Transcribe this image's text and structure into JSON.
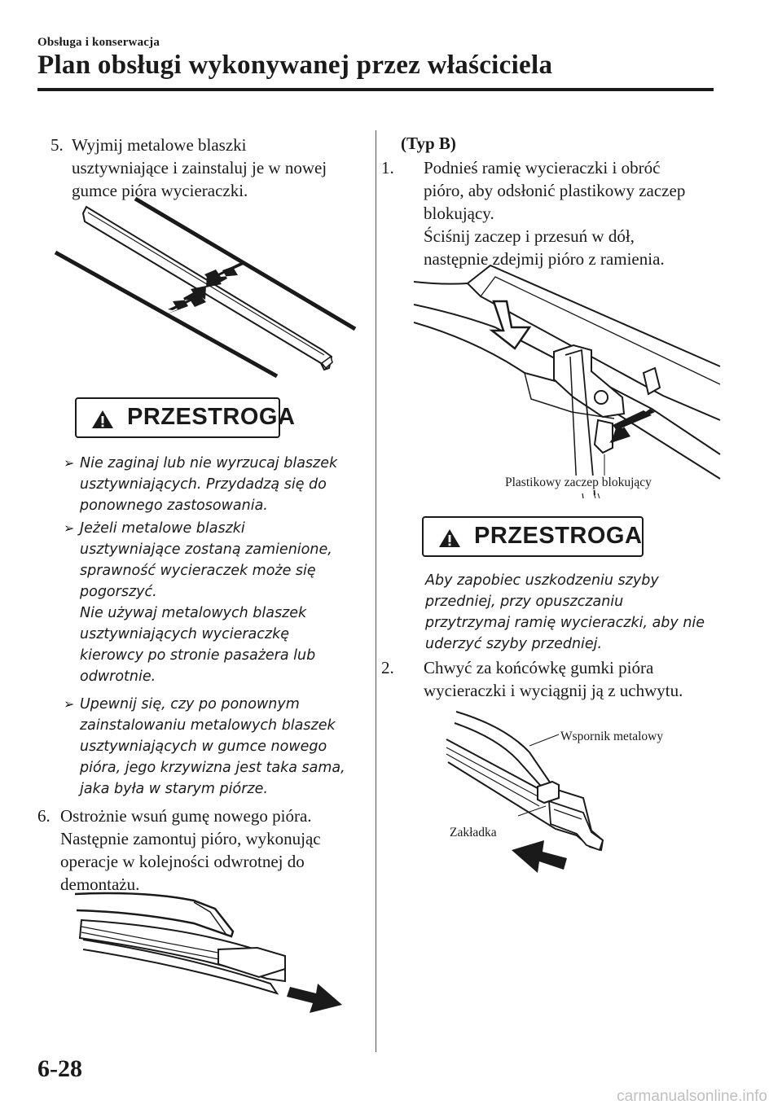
{
  "header": {
    "section": "Obsługa i konserwacja",
    "title": "Plan obsługi wykonywanej przez właściciela"
  },
  "left": {
    "step5_num": "5.",
    "step5_lines": [
      "Wyjmij metalowe blaszki",
      "usztywniające i zainstaluj je w nowej",
      "gumce pióra wycieraczki."
    ],
    "caution_label": "PRZESTROGA",
    "note1": [
      "Nie zaginaj lub nie wyrzucaj blaszek",
      "usztywniających. Przydadzą się do",
      "ponownego zastosowania."
    ],
    "note2": [
      "Jeżeli metalowe blaszki",
      "usztywniające zostaną zamienione,",
      "sprawność wycieraczek może się",
      "pogorszyć.",
      "Nie używaj metalowych blaszek",
      "usztywniających wycieraczkę",
      "kierowcy po stronie pasażera lub",
      "odwrotnie."
    ],
    "note3": [
      "Upewnij się, czy po ponownym",
      "zainstalowaniu metalowych blaszek",
      "usztywniających w gumce nowego",
      "pióra, jego krzywizna jest taka sama,",
      "jaka była w starym piórze."
    ],
    "step6_num": "6.",
    "step6_lines": [
      "Ostrożnie wsuń gumę nowego pióra.",
      "Następnie zamontuj pióro, wykonując",
      "operacje w kolejności odwrotnej do",
      "demontażu."
    ]
  },
  "right": {
    "type_heading": "(Typ B)",
    "step1_num": "1.",
    "step1_lines": [
      "Podnieś ramię wycieraczki i obróć",
      "pióro, aby odsłonić plastikowy zaczep",
      "blokujący.",
      "Ściśnij zaczep i przesuń w dół,",
      "następnie zdejmij pióro z ramienia."
    ],
    "fig1_caption": "Plastikowy zaczep blokujący",
    "caution_label": "PRZESTROGA",
    "caution_text": [
      "Aby zapobiec uszkodzeniu szyby",
      "przedniej, przy opuszczaniu",
      "przytrzymaj ramię wycieraczki, aby nie",
      "uderzyć szyby przedniej."
    ],
    "step2_num": "2.",
    "step2_lines": [
      "Chwyć za końcówkę gumki pióra",
      "wycieraczki i wyciągnij ją z uchwytu."
    ],
    "fig2_label_bracket": "Wspornik metalowy",
    "fig2_label_tab": "Zakładka"
  },
  "footer": {
    "page_number": "6-28",
    "watermark": "carmanualsonline.info"
  },
  "icons": {
    "warning": "warning-triangle-icon",
    "bullet": "right-arrowhead-icon",
    "direction": "direction-arrow-icon"
  }
}
